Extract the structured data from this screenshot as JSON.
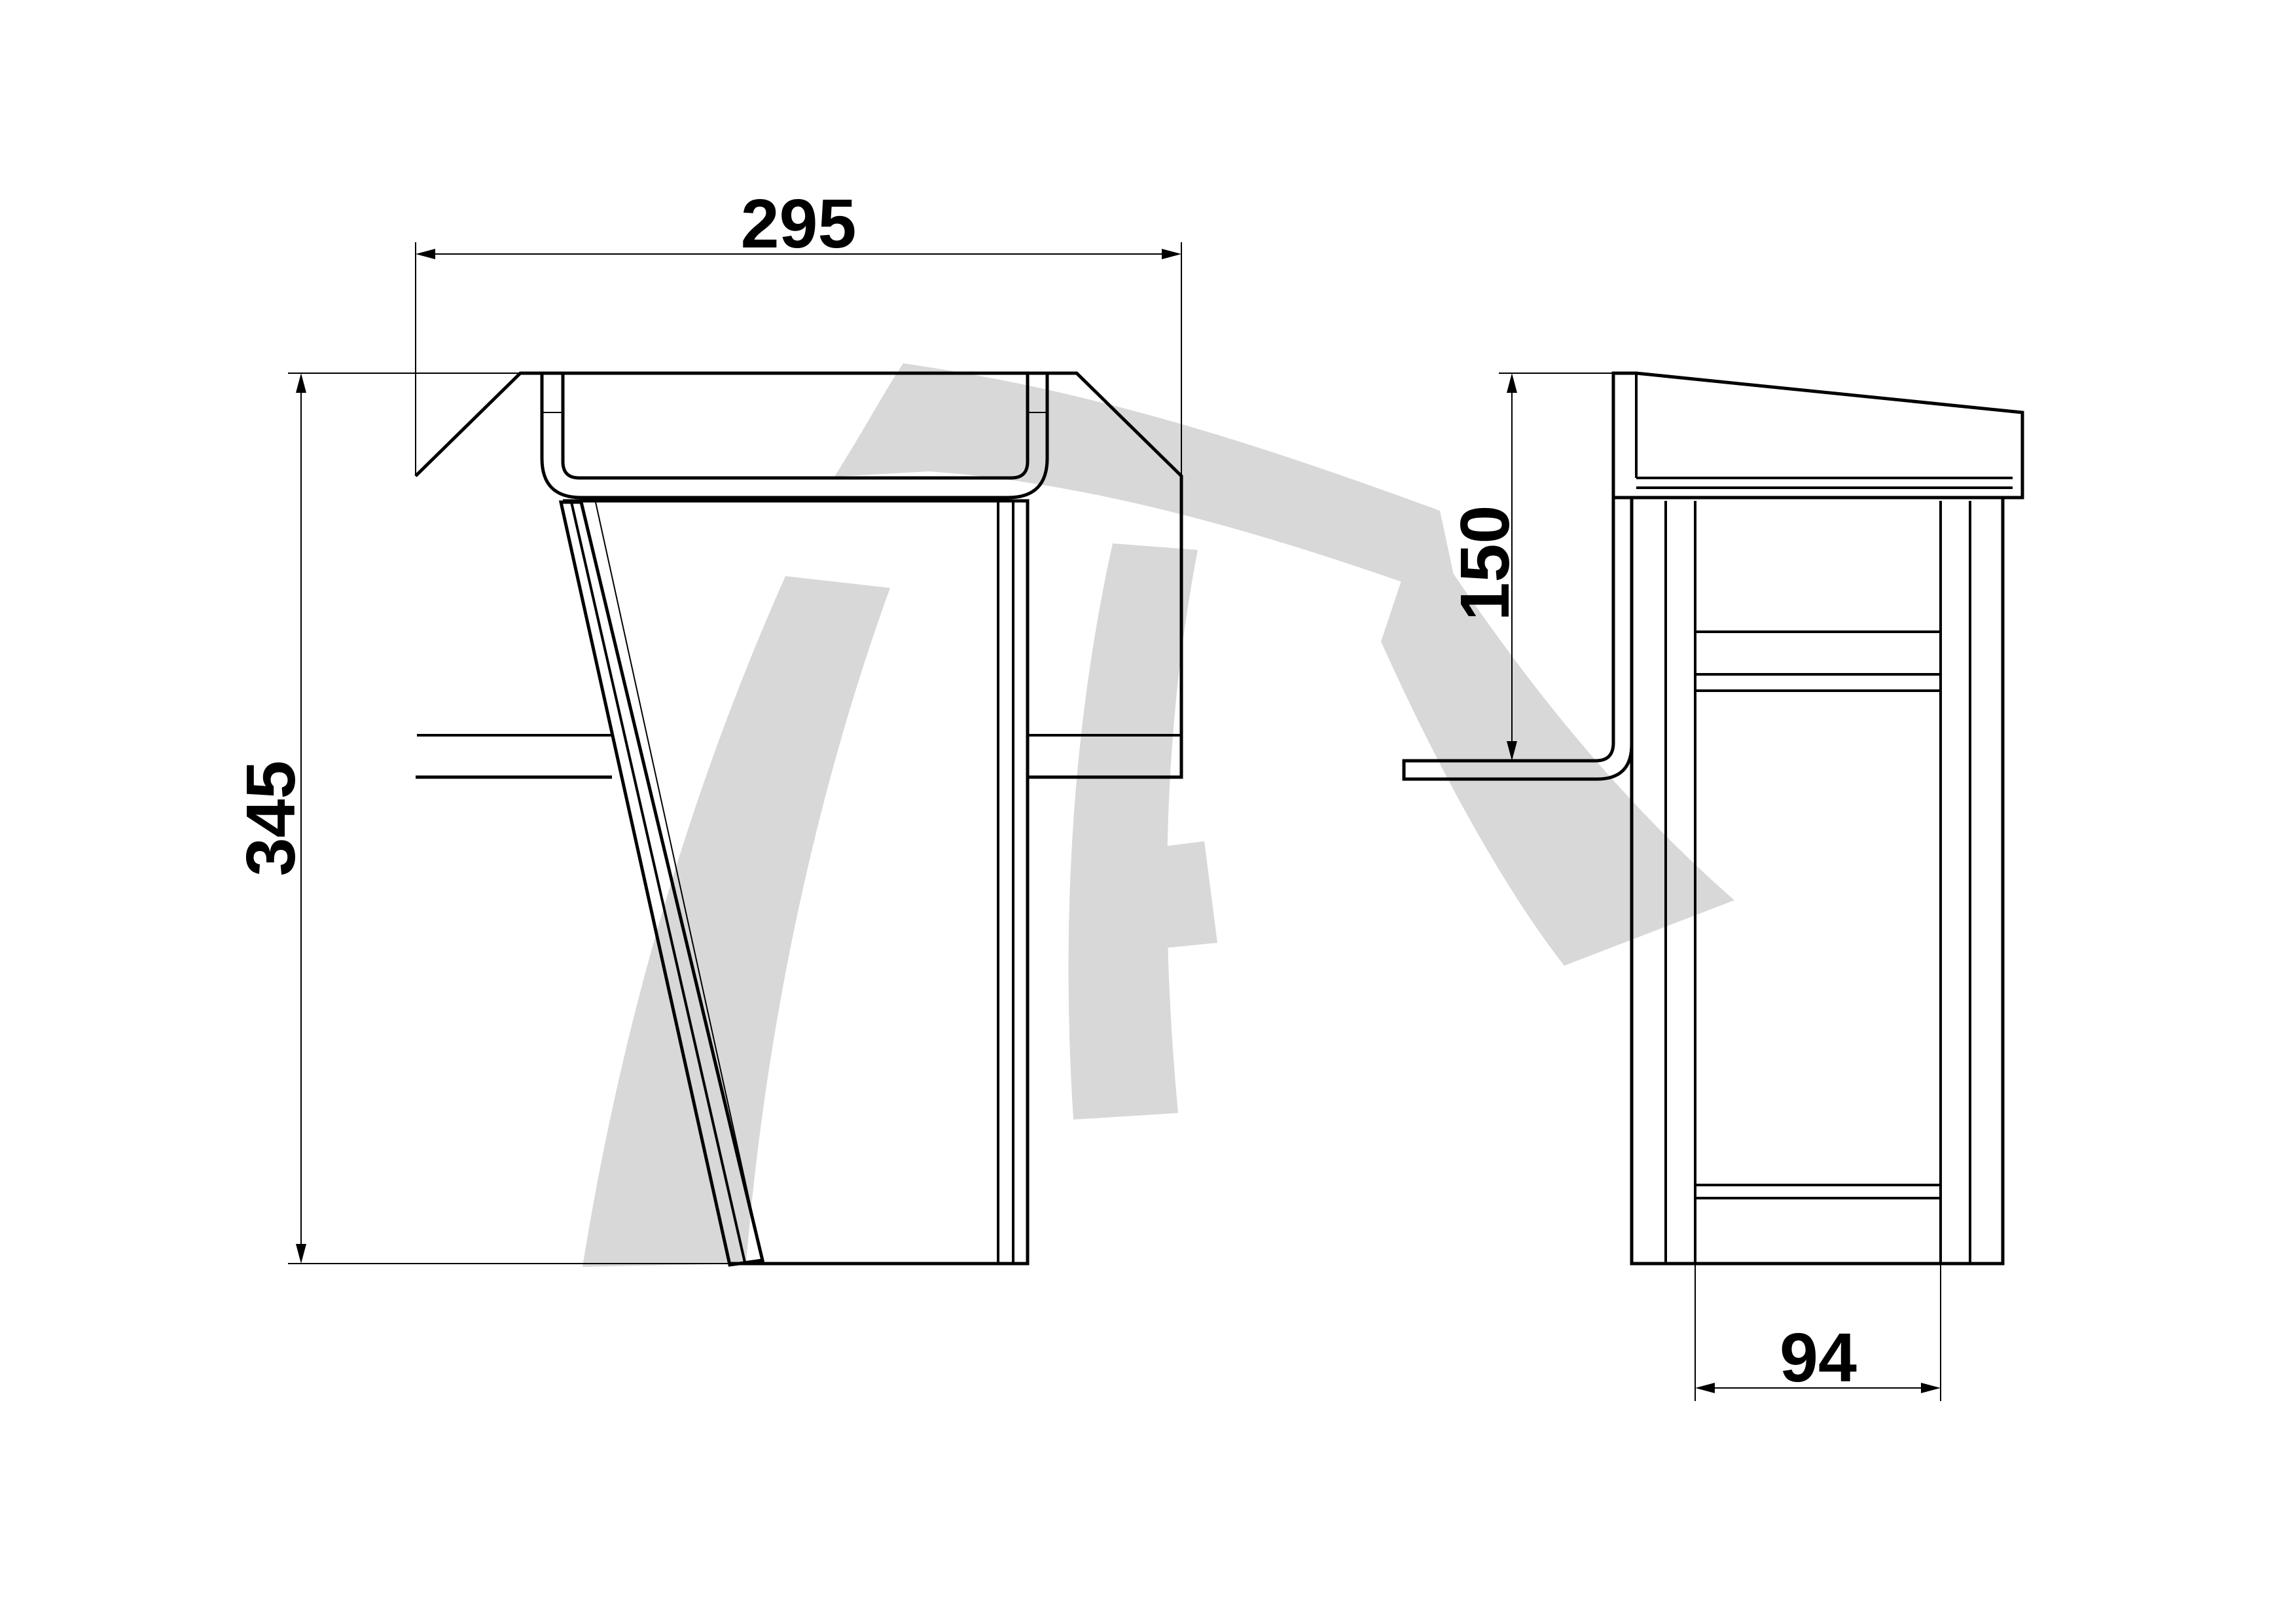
{
  "dimensions": {
    "width_front": "295",
    "height_total": "345",
    "height_bracket": "150",
    "width_side": "94"
  },
  "colors": {
    "line": "#000000",
    "watermark": "#d8d8d8",
    "background": "#ffffff"
  }
}
